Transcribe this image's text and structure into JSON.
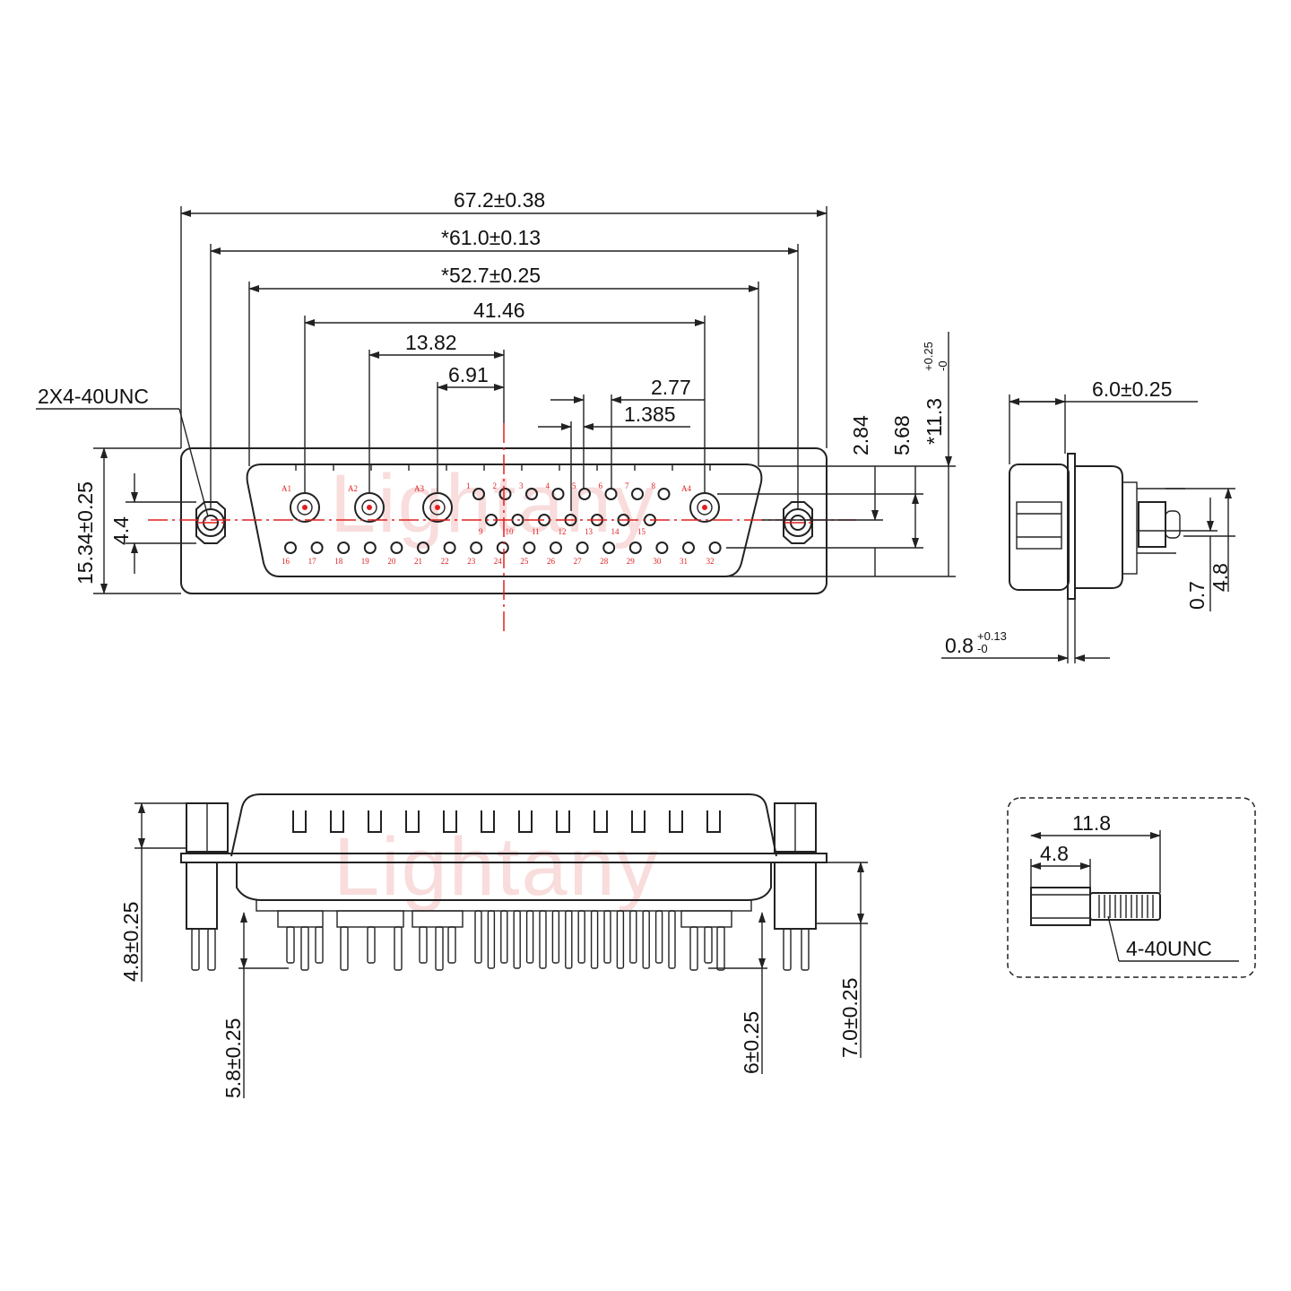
{
  "watermark": "Lightany",
  "front_view": {
    "pins_top": [
      "1",
      "2",
      "3",
      "4",
      "5",
      "6",
      "7",
      "8"
    ],
    "pins_mid": [
      "9",
      "10",
      "11",
      "12",
      "13",
      "14",
      "15"
    ],
    "pins_bottom": [
      "16",
      "17",
      "18",
      "19",
      "20",
      "21",
      "22",
      "23",
      "24",
      "25",
      "26",
      "27",
      "28",
      "29",
      "30",
      "31",
      "32"
    ],
    "coax_labels": [
      "A1",
      "A2",
      "A3",
      "A4"
    ],
    "dims": {
      "overall": "67.2±0.38",
      "mount": "*61.0±0.13",
      "shell": "*52.7±0.25",
      "coax_span": "41.46",
      "coax_pitch": "13.82",
      "half_pitch": "6.91",
      "pin_pitch": "2.77",
      "half_pin_pitch": "1.385",
      "thread": "2X4-40UNC",
      "height_total": "15.34±0.25",
      "height_mount": "4.4",
      "row_pitch": "2.84",
      "row_span": "5.68",
      "shell_height": "*11.3",
      "shell_height_tol_upper": "+0.25",
      "shell_height_tol_lower": "-0"
    }
  },
  "side_view": {
    "dims": {
      "depth": "6.0±0.25",
      "flange": "0.8",
      "flange_tol_upper": "+0.13",
      "flange_tol_lower": "-0",
      "offset_a": "0.7",
      "offset_b": "4.8"
    }
  },
  "bottom_view": {
    "dims": {
      "standoff": "4.8±0.25",
      "pin_short": "5.8±0.25",
      "pin_mid": "6±0.25",
      "pin_long": "7.0±0.25"
    }
  },
  "screw_detail": {
    "dims": {
      "length": "11.8",
      "hex": "4.8",
      "thread": "4-40UNC"
    }
  }
}
